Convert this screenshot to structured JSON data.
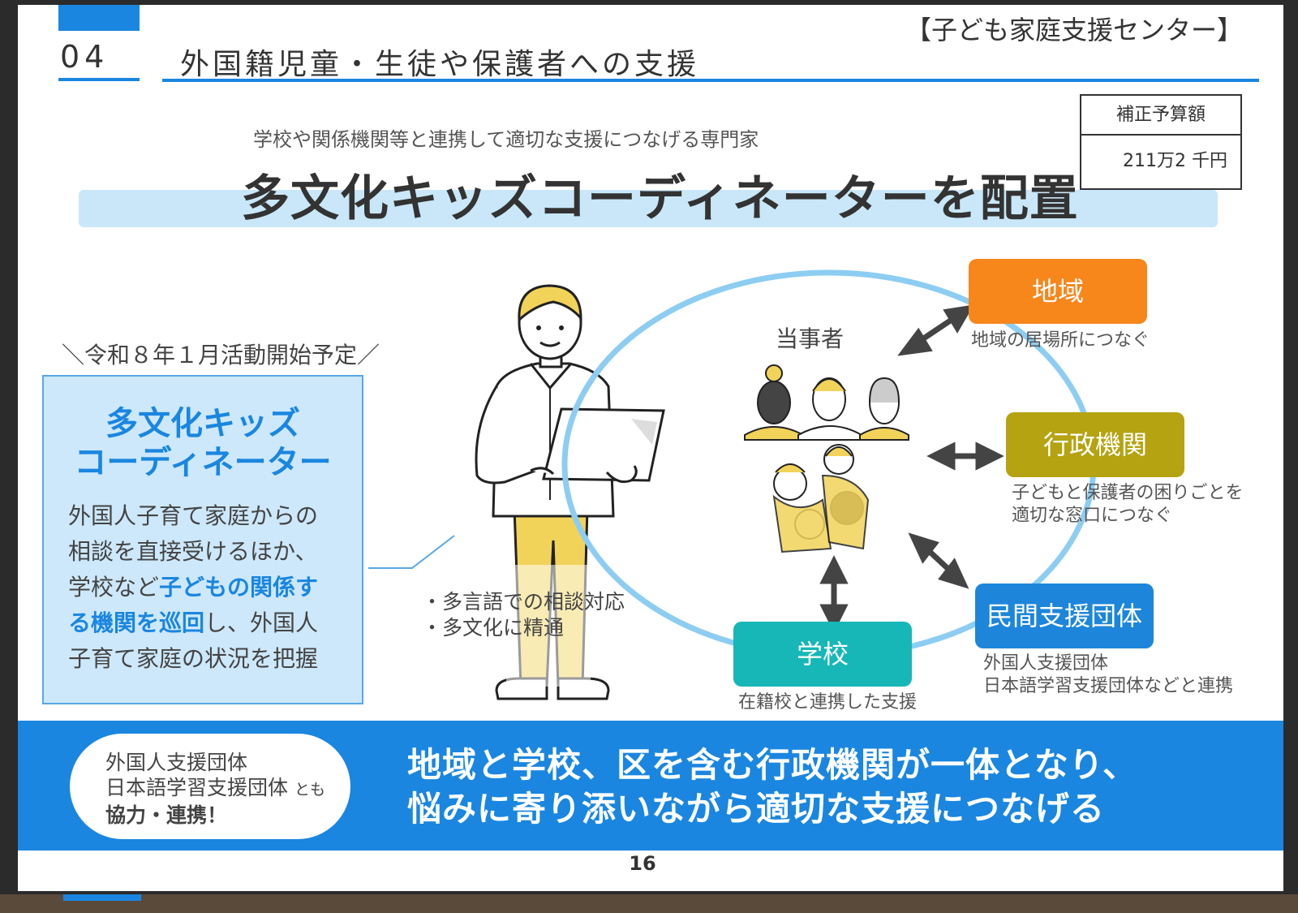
{
  "header": {
    "section_number": "04",
    "title": "外国籍児童・生徒や保護者への支援",
    "organization": "【子ども家庭支援センター】"
  },
  "budget": {
    "label": "補正予算額",
    "value": "211万2 千円"
  },
  "subtitle": "学校や関係機関等と連携して適切な支援につなげる専門家",
  "main_title": "多文化キッズコーディネーターを配置",
  "schedule_note": "＼令和８年１月活動開始予定／",
  "card": {
    "title_line1": "多文化キッズ",
    "title_line2": "コーディネーター",
    "body_1": "外国人子育て家庭からの",
    "body_2": "相談を直接受けるほか、",
    "body_3a": "学校など",
    "body_3b": "子どもの関係す",
    "body_4a": "る機関を巡回",
    "body_4b": "し、外国人",
    "body_5": "子育て家庭の状況を把握"
  },
  "skills": [
    "・多言語での相談対応",
    "・多文化に精通"
  ],
  "network": {
    "center_label": "当事者",
    "nodes": [
      {
        "label": "地域",
        "caption_1": "地域の居場所につなぐ",
        "caption_2": "",
        "color": "#f7861b"
      },
      {
        "label": "行政機関",
        "caption_1": "子どもと保護者の困りごとを",
        "caption_2": "適切な窓口につなぐ",
        "color": "#b5a312"
      },
      {
        "label": "民間支援団体",
        "caption_1": "外国人支援団体",
        "caption_2": "日本語学習支援団体などと連携",
        "color": "#1d86da"
      },
      {
        "label": "学校",
        "caption_1": "在籍校と連携した支援",
        "caption_2": "",
        "color": "#16b7b6"
      }
    ]
  },
  "footer": {
    "pill_line1": "外国人支援団体",
    "pill_line2": "日本語学習支援団体",
    "pill_line2_small": "とも",
    "pill_line3": "協力・連携！",
    "slogan_line1": "地域と学校、区を含む行政機関が一体となり、",
    "slogan_line2": "悩みに寄り添いながら適切な支援につなげる"
  },
  "page_number": "16",
  "colors": {
    "accent": "#1a86e0",
    "light_blue": "#cde8fb",
    "orange": "#f7861b",
    "olive": "#b5a312",
    "blue": "#1d86da",
    "teal": "#16b7b6",
    "skin_yellow": "#f2d35a"
  }
}
